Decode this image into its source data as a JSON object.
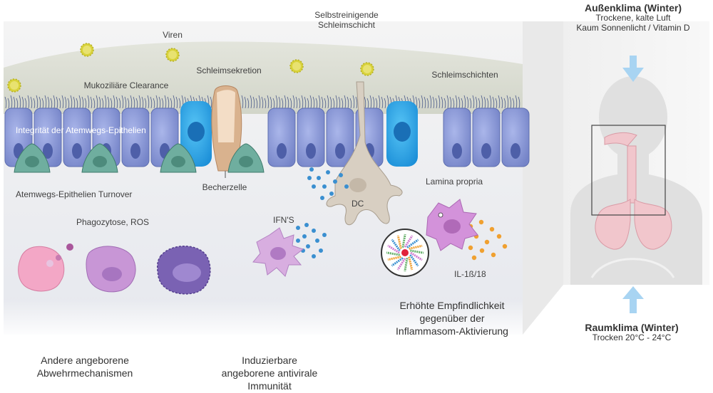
{
  "labels": {
    "mucus_self_cleaning": [
      "Selbstreinigende",
      "Schleimschicht"
    ],
    "viruses": "Viren",
    "mucus_secretion": "Schleimsekretion",
    "mucus_layers": "Schleimschichten",
    "mucociliary_clearance": "Mukoziliäre Clearance",
    "epithelial_integrity": "Integrität der Atemwegs-Epithelien",
    "epithelial_turnover": "Atemwegs-Epithelien Turnover",
    "goblet_cell": "Becherzelle",
    "dc": "DC",
    "lamina_propria": "Lamina propria",
    "phagocytosis": "Phagozytose, ROS",
    "ifns": "IFN'S",
    "il": "IL-1ß/18",
    "inflammasome": [
      "Erhöhte Empfindlichkeit",
      "gegenüber der",
      "Inflammasom-Aktivierung"
    ],
    "other_defense": [
      "Andere angeborene",
      "Abwehrmechanismen"
    ],
    "antiviral": [
      "Induzierbare",
      "angeborene antivirale",
      "Immunität"
    ]
  },
  "outdoor": {
    "title": "Außenklima (Winter)",
    "lines": [
      "Trockene, kalte Luft",
      "Kaum Sonnenlicht / Vitamin D"
    ]
  },
  "indoor": {
    "title": "Raumklima (Winter)",
    "lines": [
      "Trocken 20°C - 24°C"
    ]
  },
  "colors": {
    "epithelium": "#7f8fd0",
    "epithelium_light": "#aab6ea",
    "nucleus": "#4e5fa8",
    "basal_cell": "#5d9a8c",
    "ciliated_blue": "#2aa3e8",
    "virus": "#d8d23a",
    "phagocyte_pink": "#f3a7c6",
    "phagocyte_purple": "#c896d6",
    "macrophage_dark": "#7a62b3",
    "ifn_dots": "#3a8fd0",
    "il_dots": "#f0a030",
    "lung_pink": "#f1c6cc",
    "arrow_blue": "#a8d4f2",
    "silhouette": "#e3e3e3"
  }
}
